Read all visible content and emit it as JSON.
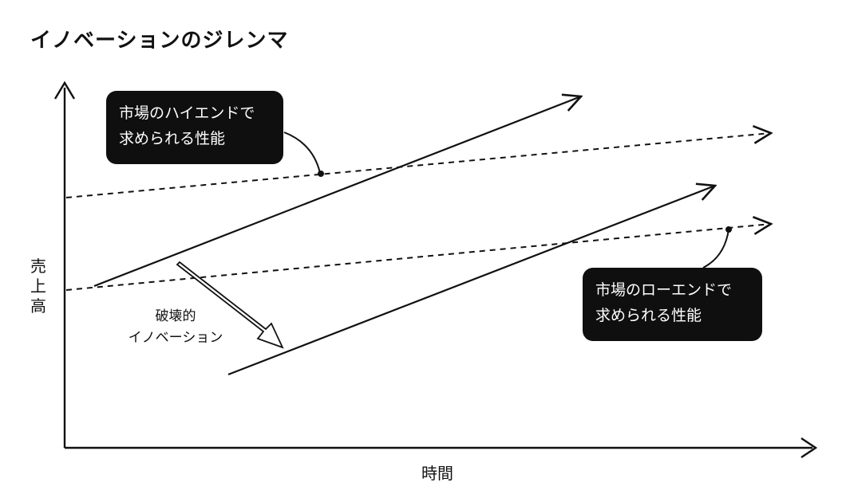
{
  "title": "イノベーションのジレンマ",
  "axes": {
    "x_label": "時間",
    "y_label_chars": [
      "売",
      "上",
      "高"
    ]
  },
  "callouts": {
    "high_end": {
      "line1": "市場のハイエンドで",
      "line2": "求められる性能"
    },
    "low_end": {
      "line1": "市場のローエンドで",
      "line2": "求められる性能"
    }
  },
  "annotation": {
    "line1": "破壊的",
    "line2": "イノベーション"
  },
  "colors": {
    "line": "#111111",
    "callout_bg": "#0f0f0f",
    "callout_text": "#ffffff"
  }
}
